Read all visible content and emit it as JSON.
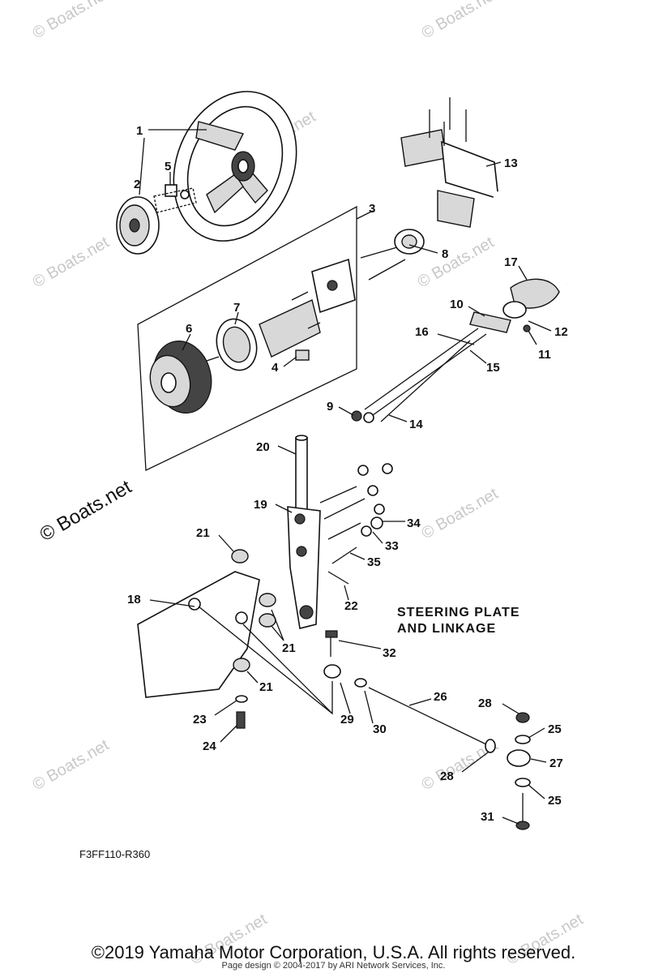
{
  "diagram": {
    "title_line_1": "STEERING PLATE",
    "title_line_2": "AND LINKAGE",
    "drawing_code": "F3FF110-R360"
  },
  "callouts": {
    "c1": "1",
    "c2": "2",
    "c3": "3",
    "c4": "4",
    "c5": "5",
    "c6": "6",
    "c7": "7",
    "c8": "8",
    "c9": "9",
    "c10": "10",
    "c11": "11",
    "c12": "12",
    "c13": "13",
    "c14": "14",
    "c15": "15",
    "c16": "16",
    "c17": "17",
    "c18": "18",
    "c19": "19",
    "c20": "20",
    "c21a": "21",
    "c21b": "21",
    "c21c": "21",
    "c22": "22",
    "c23": "23",
    "c24": "24",
    "c25a": "25",
    "c25b": "25",
    "c26": "26",
    "c27": "27",
    "c28a": "28",
    "c28b": "28",
    "c29": "29",
    "c30": "30",
    "c31": "31",
    "c32": "32",
    "c33": "33",
    "c34": "34",
    "c35": "35"
  },
  "watermarks": {
    "w1": "© Boats.net",
    "w2": "© Boats.net",
    "w3": "© Boats.net",
    "w4": "© Boats.net",
    "w5": "© Boats.net",
    "w6": "© Boats.net",
    "w7": "© Boats.net",
    "w8": "© Boats.net",
    "w9": "© Boats.net",
    "w10": "© Boats.net",
    "w11": "© Boats.net"
  },
  "footer": {
    "copyright": "©2019 Yamaha Motor Corporation, U.S.A. All rights reserved.",
    "page_design": "Page design © 2004-2017 by ARI Network Services, Inc."
  }
}
